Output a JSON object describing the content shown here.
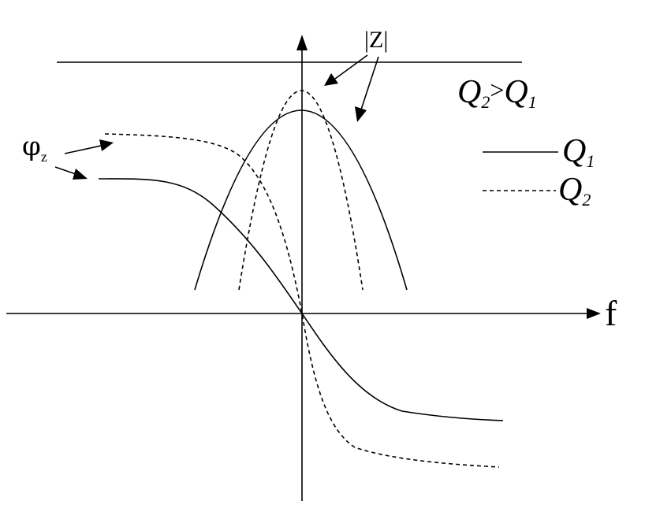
{
  "axis": {
    "x_label": "f"
  },
  "labels": {
    "impedance": "|Z|",
    "phase_symbol": "φ",
    "phase_subscript": "z",
    "q_letter": "Q",
    "q1_sub": "1",
    "q2_sub": "2",
    "comparison_symbol": ">"
  },
  "legend": {
    "solid_series": "Q1",
    "dashed_series": "Q2"
  },
  "colors": {
    "stroke": "#000000",
    "background": "#ffffff"
  }
}
